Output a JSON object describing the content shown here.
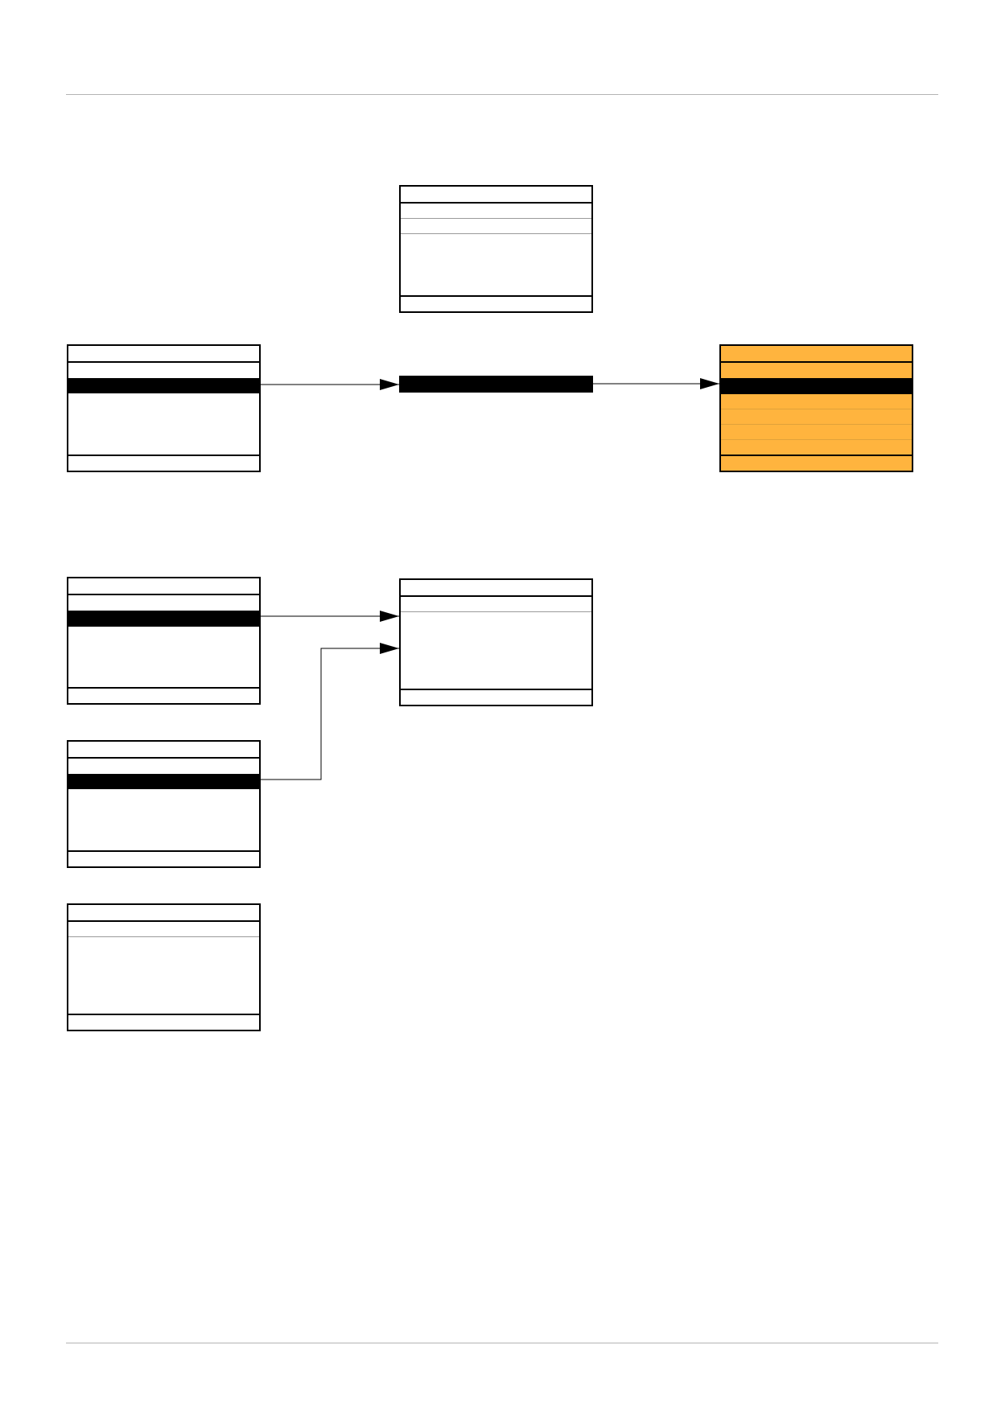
{
  "colors": {
    "accent": "#ffb43e",
    "line": "#000000",
    "rule": "#b4b4b4"
  },
  "screens": [
    {
      "id": "top-center",
      "style": "plain"
    },
    {
      "id": "mid-left",
      "style": "plain",
      "selected_row": 2
    },
    {
      "id": "mid-center-bar",
      "style": "bar"
    },
    {
      "id": "mid-right",
      "style": "accent",
      "selected_row": 2
    },
    {
      "id": "lower-center",
      "style": "plain"
    },
    {
      "id": "lower-left-1",
      "style": "plain",
      "selected_row": 2
    },
    {
      "id": "lower-left-2",
      "style": "plain",
      "selected_row": 2
    },
    {
      "id": "lower-left-3",
      "style": "plain"
    }
  ],
  "connections": [
    {
      "from": "mid-left",
      "to": "mid-center-bar"
    },
    {
      "from": "mid-center-bar",
      "to": "mid-right"
    },
    {
      "from": "lower-left-1",
      "to": "lower-center"
    },
    {
      "from": "lower-left-2",
      "to": "lower-center"
    }
  ]
}
